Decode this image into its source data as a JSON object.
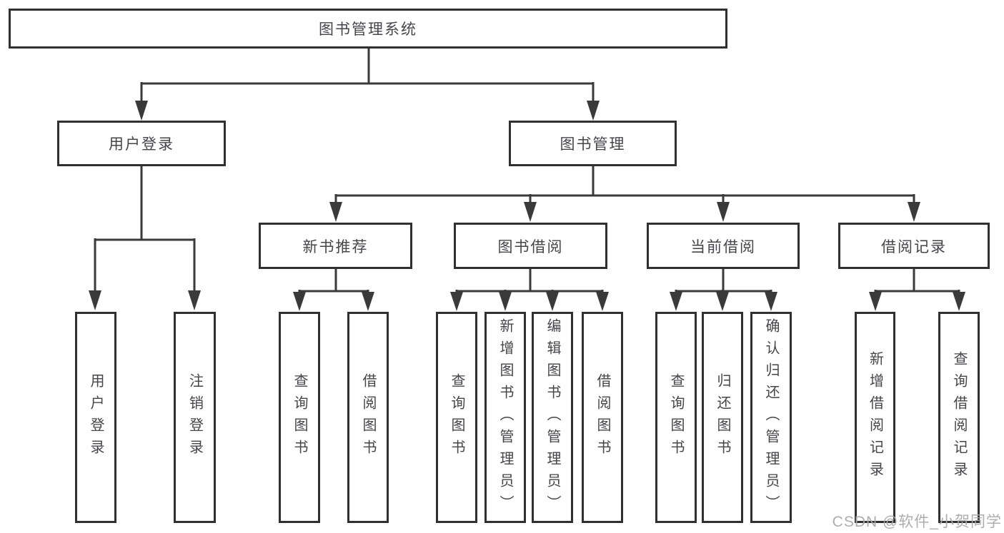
{
  "tree": {
    "root": {
      "label": "图书管理系统"
    },
    "branches": [
      {
        "label": "用户登录",
        "children": [
          {
            "label": "用户登录"
          },
          {
            "label": "注销登录"
          }
        ]
      },
      {
        "label": "图书管理",
        "children": [
          {
            "label": "新书推荐",
            "children": [
              {
                "label": "查询图书"
              },
              {
                "label": "借阅图书"
              }
            ]
          },
          {
            "label": "图书借阅",
            "children": [
              {
                "label": "查询图书"
              },
              {
                "label": "新增图书（管理员）"
              },
              {
                "label": "编辑图书（管理员）"
              },
              {
                "label": "借阅图书"
              }
            ]
          },
          {
            "label": "当前借阅",
            "children": [
              {
                "label": "查询图书"
              },
              {
                "label": "归还图书"
              },
              {
                "label": "确认归还（管理员）"
              }
            ]
          },
          {
            "label": "借阅记录",
            "children": [
              {
                "label": "新增借阅记录"
              },
              {
                "label": "查询借阅记录"
              }
            ]
          }
        ]
      }
    ]
  },
  "watermark": {
    "text": "CSDN @软件_小贺同学"
  },
  "colors": {
    "line": "#3a3a3a",
    "box_border": "#303030",
    "text": "#45454a",
    "watermark": "#a9a9a9",
    "background": "#ffffff"
  }
}
